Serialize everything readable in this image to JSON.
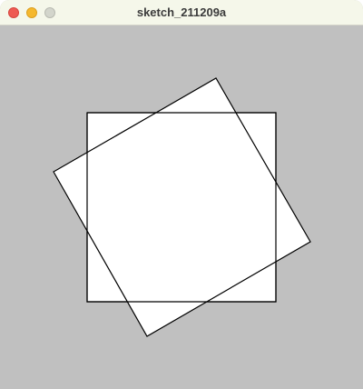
{
  "window": {
    "title": "sketch_211209a",
    "controls": [
      "close",
      "minimize",
      "zoom"
    ]
  },
  "colors": {
    "background": "#c0c0c0",
    "shape_fill": "#ffffff",
    "shape_stroke": "#000000",
    "close": "#ee5a52",
    "minimize": "#f5b82e",
    "zoom": "#d3d5cc"
  },
  "shapes": [
    {
      "name": "square",
      "rotation_degrees": 0
    },
    {
      "name": "rotated-square",
      "rotation_degrees": -30
    }
  ]
}
